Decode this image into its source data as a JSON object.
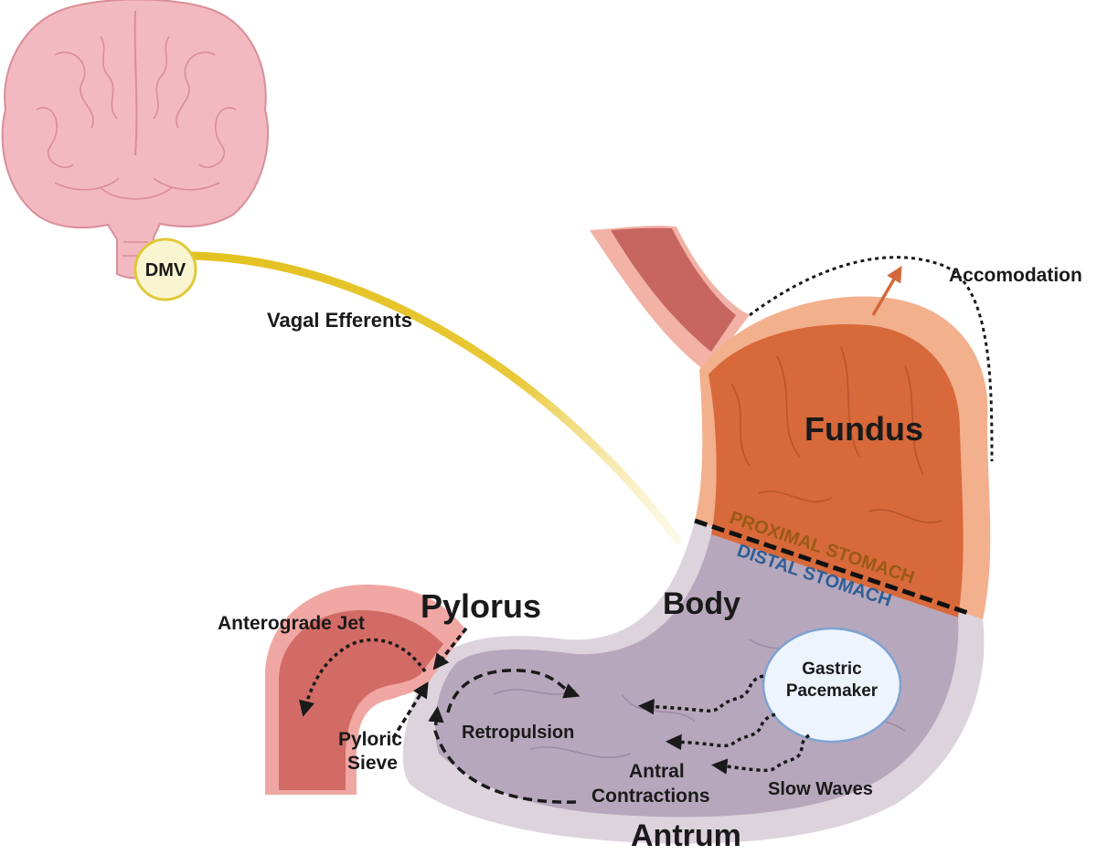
{
  "labels": {
    "dmv": "DMV",
    "vagal_efferents": "Vagal Efferents",
    "accomodation": "Accomodation",
    "fundus": "Fundus",
    "proximal_stomach": "PROXIMAL STOMACH",
    "distal_stomach": "DISTAL STOMACH",
    "body": "Body",
    "pylorus": "Pylorus",
    "anterograde_jet": "Anterograde Jet",
    "gastric_pacemaker_1": "Gastric",
    "gastric_pacemaker_2": "Pacemaker",
    "retropulsion": "Retropulsion",
    "pyloric_sieve_1": "Pyloric",
    "pyloric_sieve_2": "Sieve",
    "antral_contractions_1": "Antral",
    "antral_contractions_2": "Contractions",
    "slow_waves": "Slow Waves",
    "antrum": "Antrum"
  },
  "colors": {
    "brain": "#f3b9c0",
    "brain_outline": "#d98e98",
    "dmv_fill": "#f9f5d0",
    "dmv_stroke": "#e0c93a",
    "vagal_nerve": "#e3c11f",
    "fundus_outer": "#f2b08d",
    "fundus_inner": "#d8693a",
    "distal_outer": "#ddd3dd",
    "distal_inner": "#b7a7bd",
    "duodenum_outer": "#f0a7a3",
    "duodenum_inner": "#d26b65",
    "proximal_text": "#9a5a14",
    "distal_text": "#2f5f94",
    "pacemaker_fill": "#eef4fd",
    "pacemaker_stroke": "#7da2d2",
    "accomodation_arrow": "#d2693a",
    "text": "#1a1a1a"
  }
}
